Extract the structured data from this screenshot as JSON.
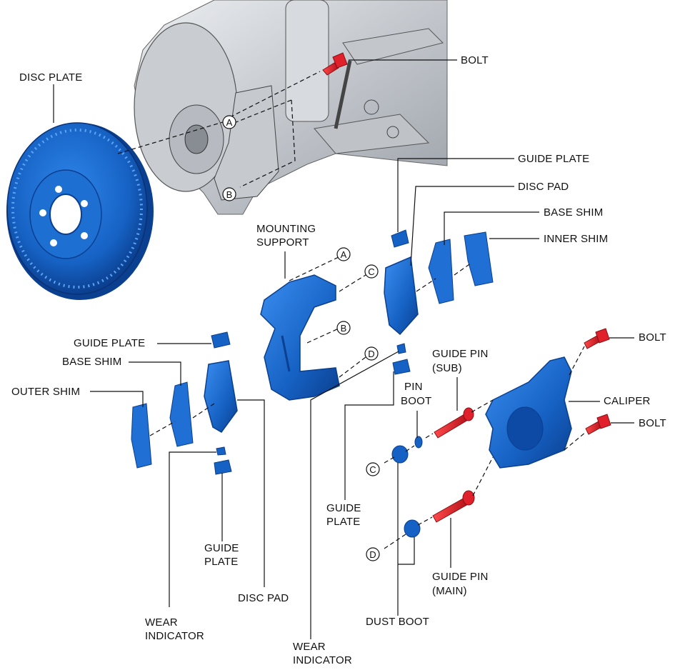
{
  "labels": {
    "disc_plate": "DISC PLATE",
    "bolt_top": "BOLT",
    "guide_plate_inner": "GUIDE PLATE",
    "disc_pad_inner": "DISC PAD",
    "base_shim_inner": "BASE SHIM",
    "inner_shim": "INNER SHIM",
    "mounting_support_1": "MOUNTING",
    "mounting_support_2": "SUPPORT",
    "guide_plate_outer": "GUIDE PLATE",
    "base_shim_outer": "BASE SHIM",
    "outer_shim": "OUTER SHIM",
    "bolt_caliper_upper": "BOLT",
    "guide_pin_sub_1": "GUIDE PIN",
    "guide_pin_sub_2": "(SUB)",
    "caliper": "CALIPER",
    "pin_boot_1": "PIN",
    "pin_boot_2": "BOOT",
    "bolt_caliper_lower": "BOLT",
    "guide_plate_center_1": "GUIDE",
    "guide_plate_center_2": "PLATE",
    "guide_plate_lower_1": "GUIDE",
    "guide_plate_lower_2": "PLATE",
    "disc_pad_outer": "DISC PAD",
    "guide_pin_main_1": "GUIDE PIN",
    "guide_pin_main_2": "(MAIN)",
    "wear_indicator_outer_1": "WEAR",
    "wear_indicator_outer_2": "INDICATOR",
    "dust_boot": "DUST BOOT",
    "wear_indicator_inner_1": "WEAR",
    "wear_indicator_inner_2": "INDICATOR"
  },
  "markers": {
    "a": "A",
    "b": "B",
    "c": "C",
    "d": "D"
  },
  "colors": {
    "part_blue": "#1662c4",
    "part_blue_dark": "#0b3f8f",
    "bolt_red": "#e0202a",
    "suspension_gray": "#cfd3d8"
  }
}
